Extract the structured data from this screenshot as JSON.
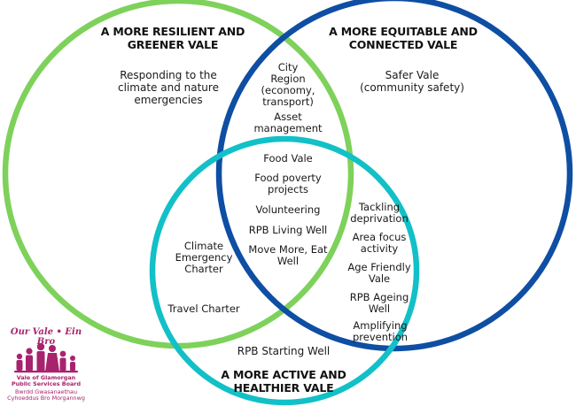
{
  "colors": {
    "green": "#7ed15a",
    "blue": "#0e4ea3",
    "teal": "#12c0c7",
    "logo": "#a8236d"
  },
  "circles": {
    "resilient": {
      "title": "A MORE RESILIENT AND\nGREENER VALE",
      "items": [
        "Responding to the\nclimate and nature\nemergencies"
      ]
    },
    "equitable": {
      "title": "A MORE EQUITABLE AND\nCONNECTED VALE",
      "items": [
        "Safer Vale\n(community safety)"
      ]
    },
    "active": {
      "title": "A MORE ACTIVE AND\nHEALTHIER VALE",
      "items": [
        "RPB Starting Well"
      ]
    }
  },
  "overlaps": {
    "resilient_equitable": [
      "City\nRegion\n(economy,\ntransport)",
      "Asset\nmanagement"
    ],
    "all_three": [
      "Food Vale",
      "Food poverty\nprojects",
      "Volunteering",
      "RPB Living Well",
      "Move More, Eat\nWell"
    ],
    "resilient_active": [
      "Climate\nEmergency\nCharter",
      "Travel Charter"
    ],
    "equitable_active": [
      "Tackling\ndeprivation",
      "Area focus\nactivity",
      "Age Friendly\nVale",
      "RPB Ageing\nWell",
      "Amplifying\nprevention"
    ]
  },
  "logo": {
    "script": "Our Vale • Ein Bro",
    "org_en": "Vale of Glamorgan\nPublic Services Board",
    "org_cy": "Bwrdd Gwasanaethau\nCyhoeddus Bro Morgannwg"
  }
}
